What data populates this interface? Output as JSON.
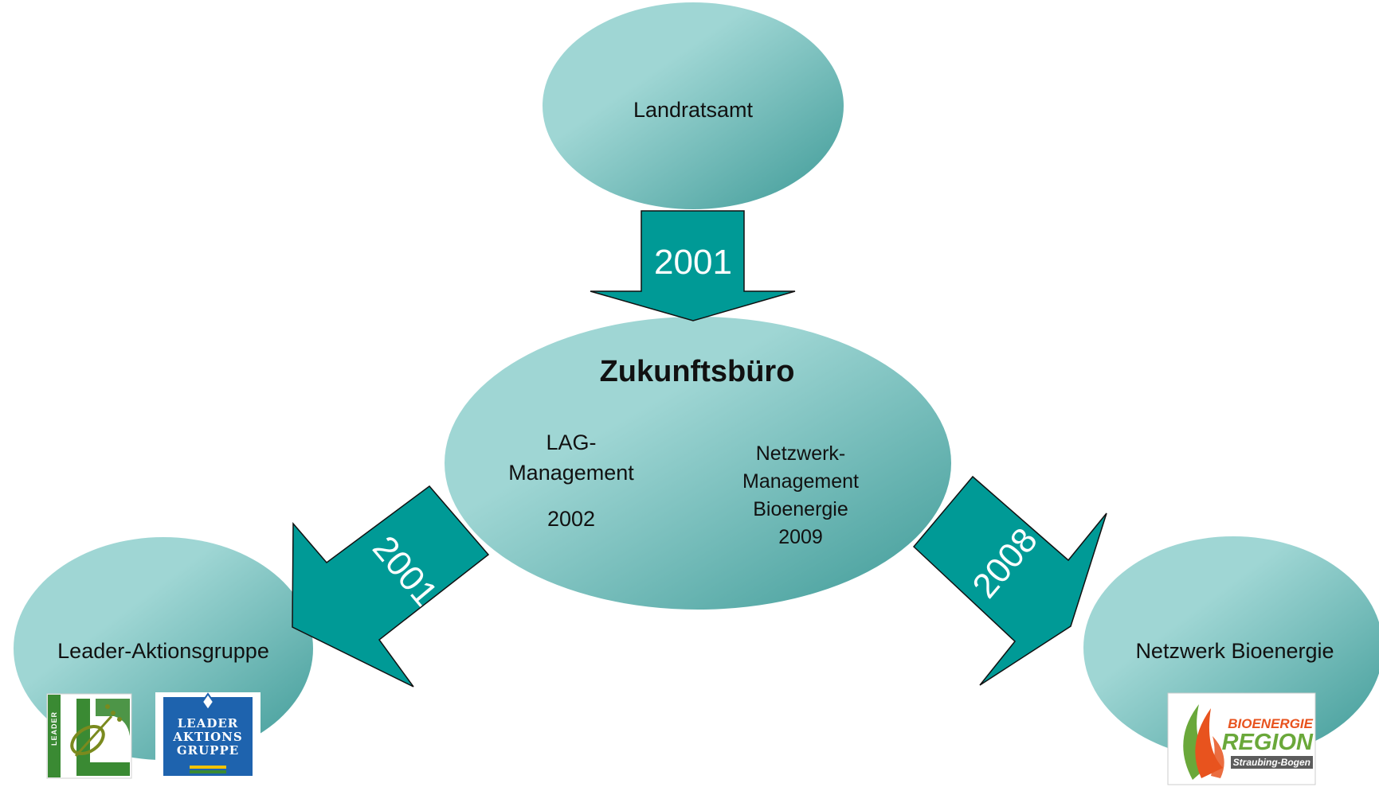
{
  "colors": {
    "node_light": "#9fd6d4",
    "node_dark": "#3e9a97",
    "arrow_fill": "#009a96",
    "arrow_stroke": "#111111",
    "leader_blue": "#1e63ae",
    "leader_green": "#3a8a33",
    "bio_orange": "#e8531e",
    "bio_green": "#6aa83a"
  },
  "nodes": {
    "top": {
      "label": "Landratsamt"
    },
    "center": {
      "title": "Zukunftsbüro",
      "left_line1": "LAG-",
      "left_line2": "Management",
      "left_year": "2002",
      "right_line1": "Netzwerk-",
      "right_line2": "Management",
      "right_line3": "Bioenergie",
      "right_year": "2009"
    },
    "left": {
      "label": "Leader-Aktionsgruppe"
    },
    "right": {
      "label": "Netzwerk Bioenergie"
    }
  },
  "arrows": {
    "top": {
      "year": "2001"
    },
    "left": {
      "year": "2001"
    },
    "right": {
      "year": "2008"
    }
  },
  "logos": {
    "leader": {
      "text": "LEADER"
    },
    "leader_aktionsgruppe": {
      "line1": "LEADER",
      "line2": "AKTIONS",
      "line3": "GRUPPE"
    },
    "bioenergie_region": {
      "line1": "BIOENERGIE",
      "line2": "REGION",
      "line3": "Straubing-Bogen"
    }
  }
}
